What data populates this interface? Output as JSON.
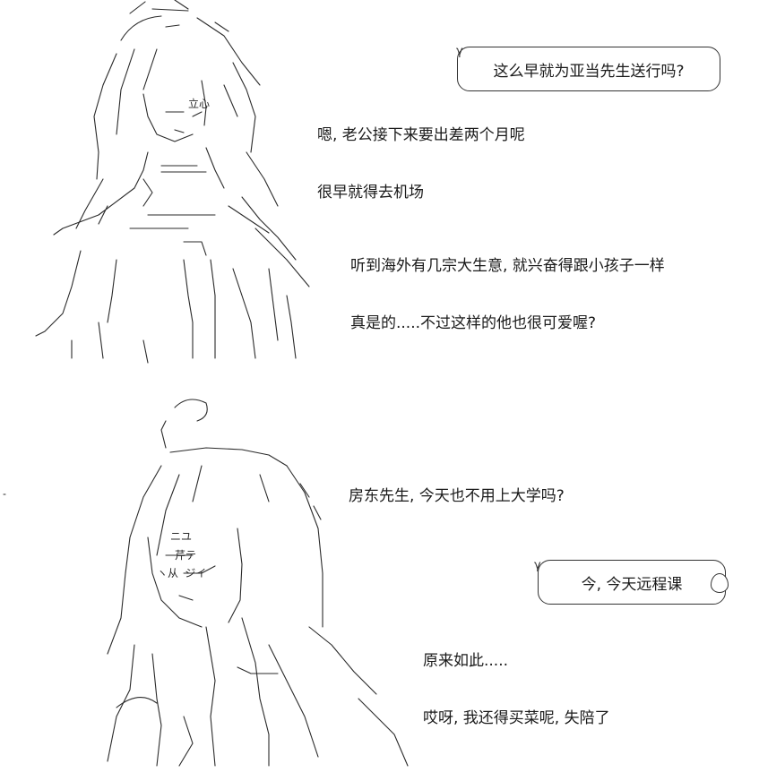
{
  "panel1": {
    "bubble": "这么早就为亚当先生送行吗?",
    "lines": [
      "嗯, 老公接下来要出差两个月呢",
      "很早就得去机场",
      "听到海外有几宗大生意, 就兴奋得跟小孩子一样",
      "真是的.....不过这样的他也很可爱喔?"
    ],
    "art_tag": "立心"
  },
  "panel2": {
    "line_top": "房东先生, 今天也不用上大学吗?",
    "bubble": "今, 今天远程课",
    "lines": [
      "原来如此.....",
      "哎呀, 我还得买菜呢, 失陪了"
    ],
    "art_tags": [
      "ニユ",
      "芹テ",
      "ヽ从 ジイ"
    ]
  }
}
